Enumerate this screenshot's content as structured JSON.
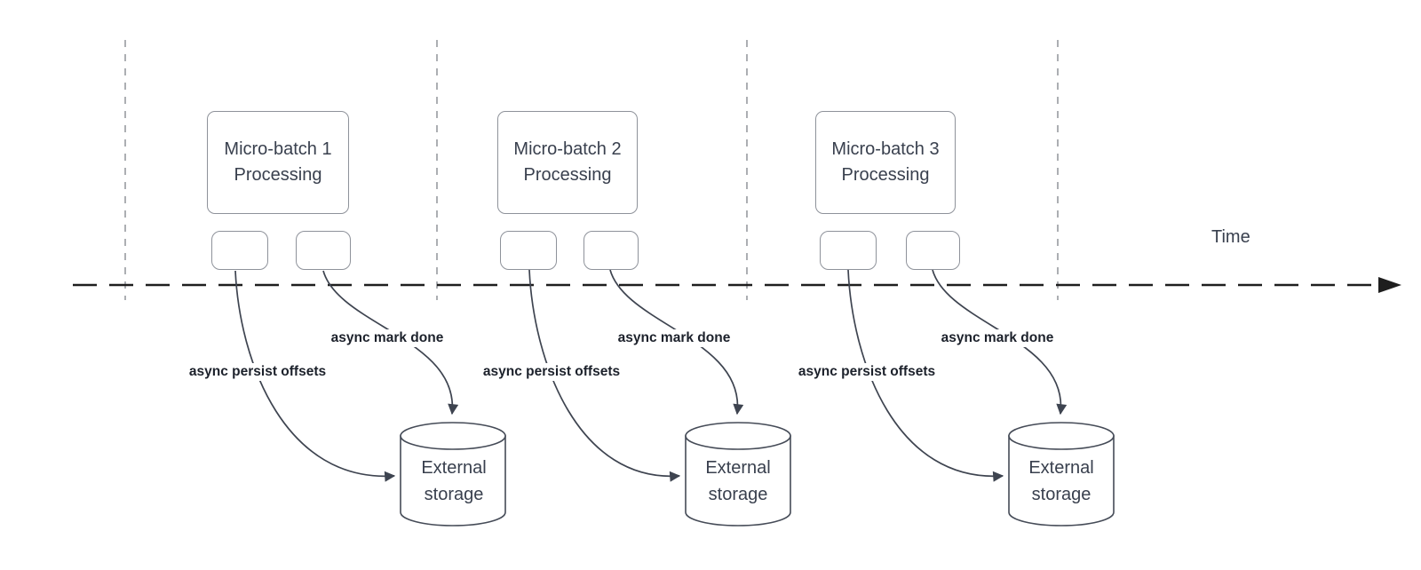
{
  "diagram": {
    "time_axis_label": "Time",
    "colors": {
      "arrow_stroke": "#3e4450",
      "box_border": "#8e929a",
      "lane_guide": "#989ba0",
      "timeline": "#1e1e1e",
      "label_text": "#1c212b",
      "box_text": "#39404e"
    },
    "lanes": [
      {
        "box_label": "Micro-batch 1\nProcessing",
        "persist_arrow_label": "async persist offsets",
        "done_arrow_label": "async mark done",
        "storage_label": "External\nstorage"
      },
      {
        "box_label": "Micro-batch 2\nProcessing",
        "persist_arrow_label": "async persist offsets",
        "done_arrow_label": "async mark done",
        "storage_label": "External\nstorage"
      },
      {
        "box_label": "Micro-batch 3\nProcessing",
        "persist_arrow_label": "async persist offsets",
        "done_arrow_label": "async mark done",
        "storage_label": "External\nstorage"
      }
    ]
  }
}
